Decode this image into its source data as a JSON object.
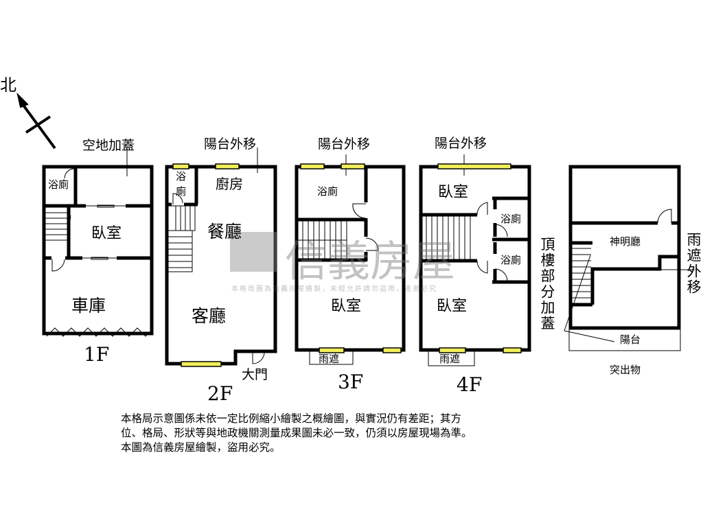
{
  "compass": {
    "label": "北"
  },
  "floors": {
    "f1": {
      "label": "1F",
      "annex": "空地加蓋",
      "rooms": [
        "浴廁",
        "臥室",
        "車庫"
      ]
    },
    "f2": {
      "label": "2F",
      "annex": "陽台外移",
      "rooms": [
        "浴",
        "廁",
        "廚房",
        "餐廳",
        "客廳"
      ],
      "door": "大門"
    },
    "f3": {
      "label": "3F",
      "annex": "陽台外移",
      "rooms": [
        "浴廁",
        "臥室"
      ],
      "awning": "雨遮"
    },
    "f4": {
      "label": "4F",
      "annex": "陽台外移",
      "rooms": [
        "臥室",
        "浴廁",
        "浴廁",
        "臥室"
      ],
      "awning": "雨遮"
    },
    "roof": {
      "label": "突出物",
      "rooms": [
        "神明廳",
        "陽台"
      ],
      "annex": "頂樓部分加蓋",
      "awning_note": "雨遮外移"
    }
  },
  "watermark": {
    "logo": "信義房屋",
    "text": "本格局圖為信義房屋繪製，未經允許請勿盜用，違者必究"
  },
  "disclaimer": [
    "本格局示意圖係未依一定比例縮小繪製之概繪圖，與實況仍有差距；其方",
    "位、格局、形狀等與地政機關測量成果圖未必一致，仍須以房屋現場為準。",
    "本圖為信義房屋繪製，盜用必究。"
  ],
  "colors": {
    "wall": "#000000",
    "window": "#f2ee5a"
  }
}
